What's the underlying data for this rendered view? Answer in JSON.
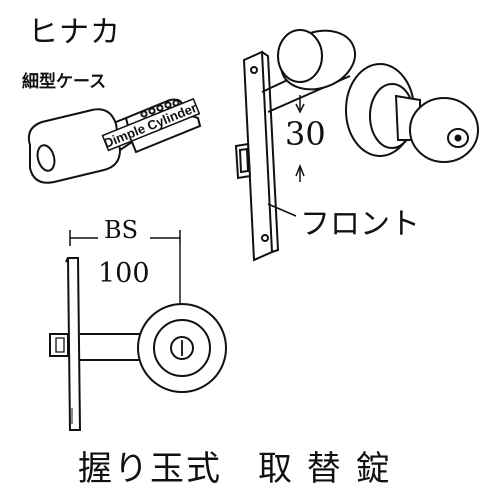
{
  "brand": "ヒナカ",
  "case_label": "細型ケース",
  "key_label": "Dimple Cylinder",
  "bs_label": "BS",
  "bs_value": "100",
  "backset_value": "30",
  "front_label": "フロント",
  "caption": "握り玉式　取 替 錠",
  "colors": {
    "line": "#111111",
    "background": "#ffffff"
  }
}
